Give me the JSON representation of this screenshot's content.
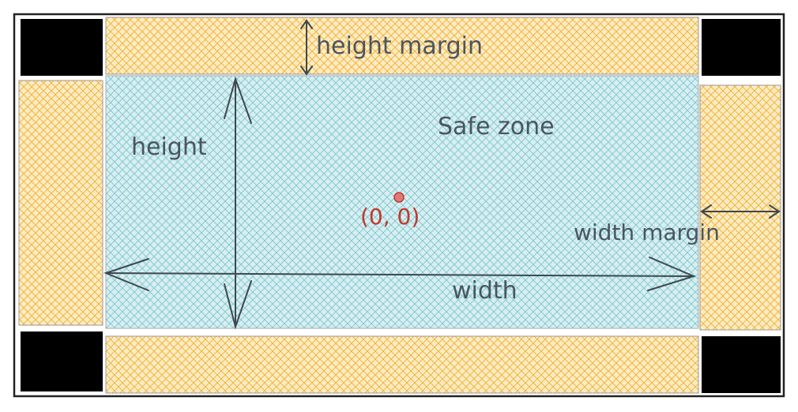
{
  "labels": {
    "height_margin": "height margin",
    "safe_zone": "Safe zone",
    "height": "height",
    "origin": "(0, 0)",
    "width_margin": "width margin",
    "width": "width"
  },
  "colors": {
    "margin_fill": "#fcecc4",
    "margin_hatch": "#f4b43d",
    "safe_fill": "#d8eef1",
    "safe_hatch": "#79c7cf",
    "corner": "#000000",
    "frame": "#222222",
    "text": "#4a5560",
    "origin": "#c0392b"
  }
}
